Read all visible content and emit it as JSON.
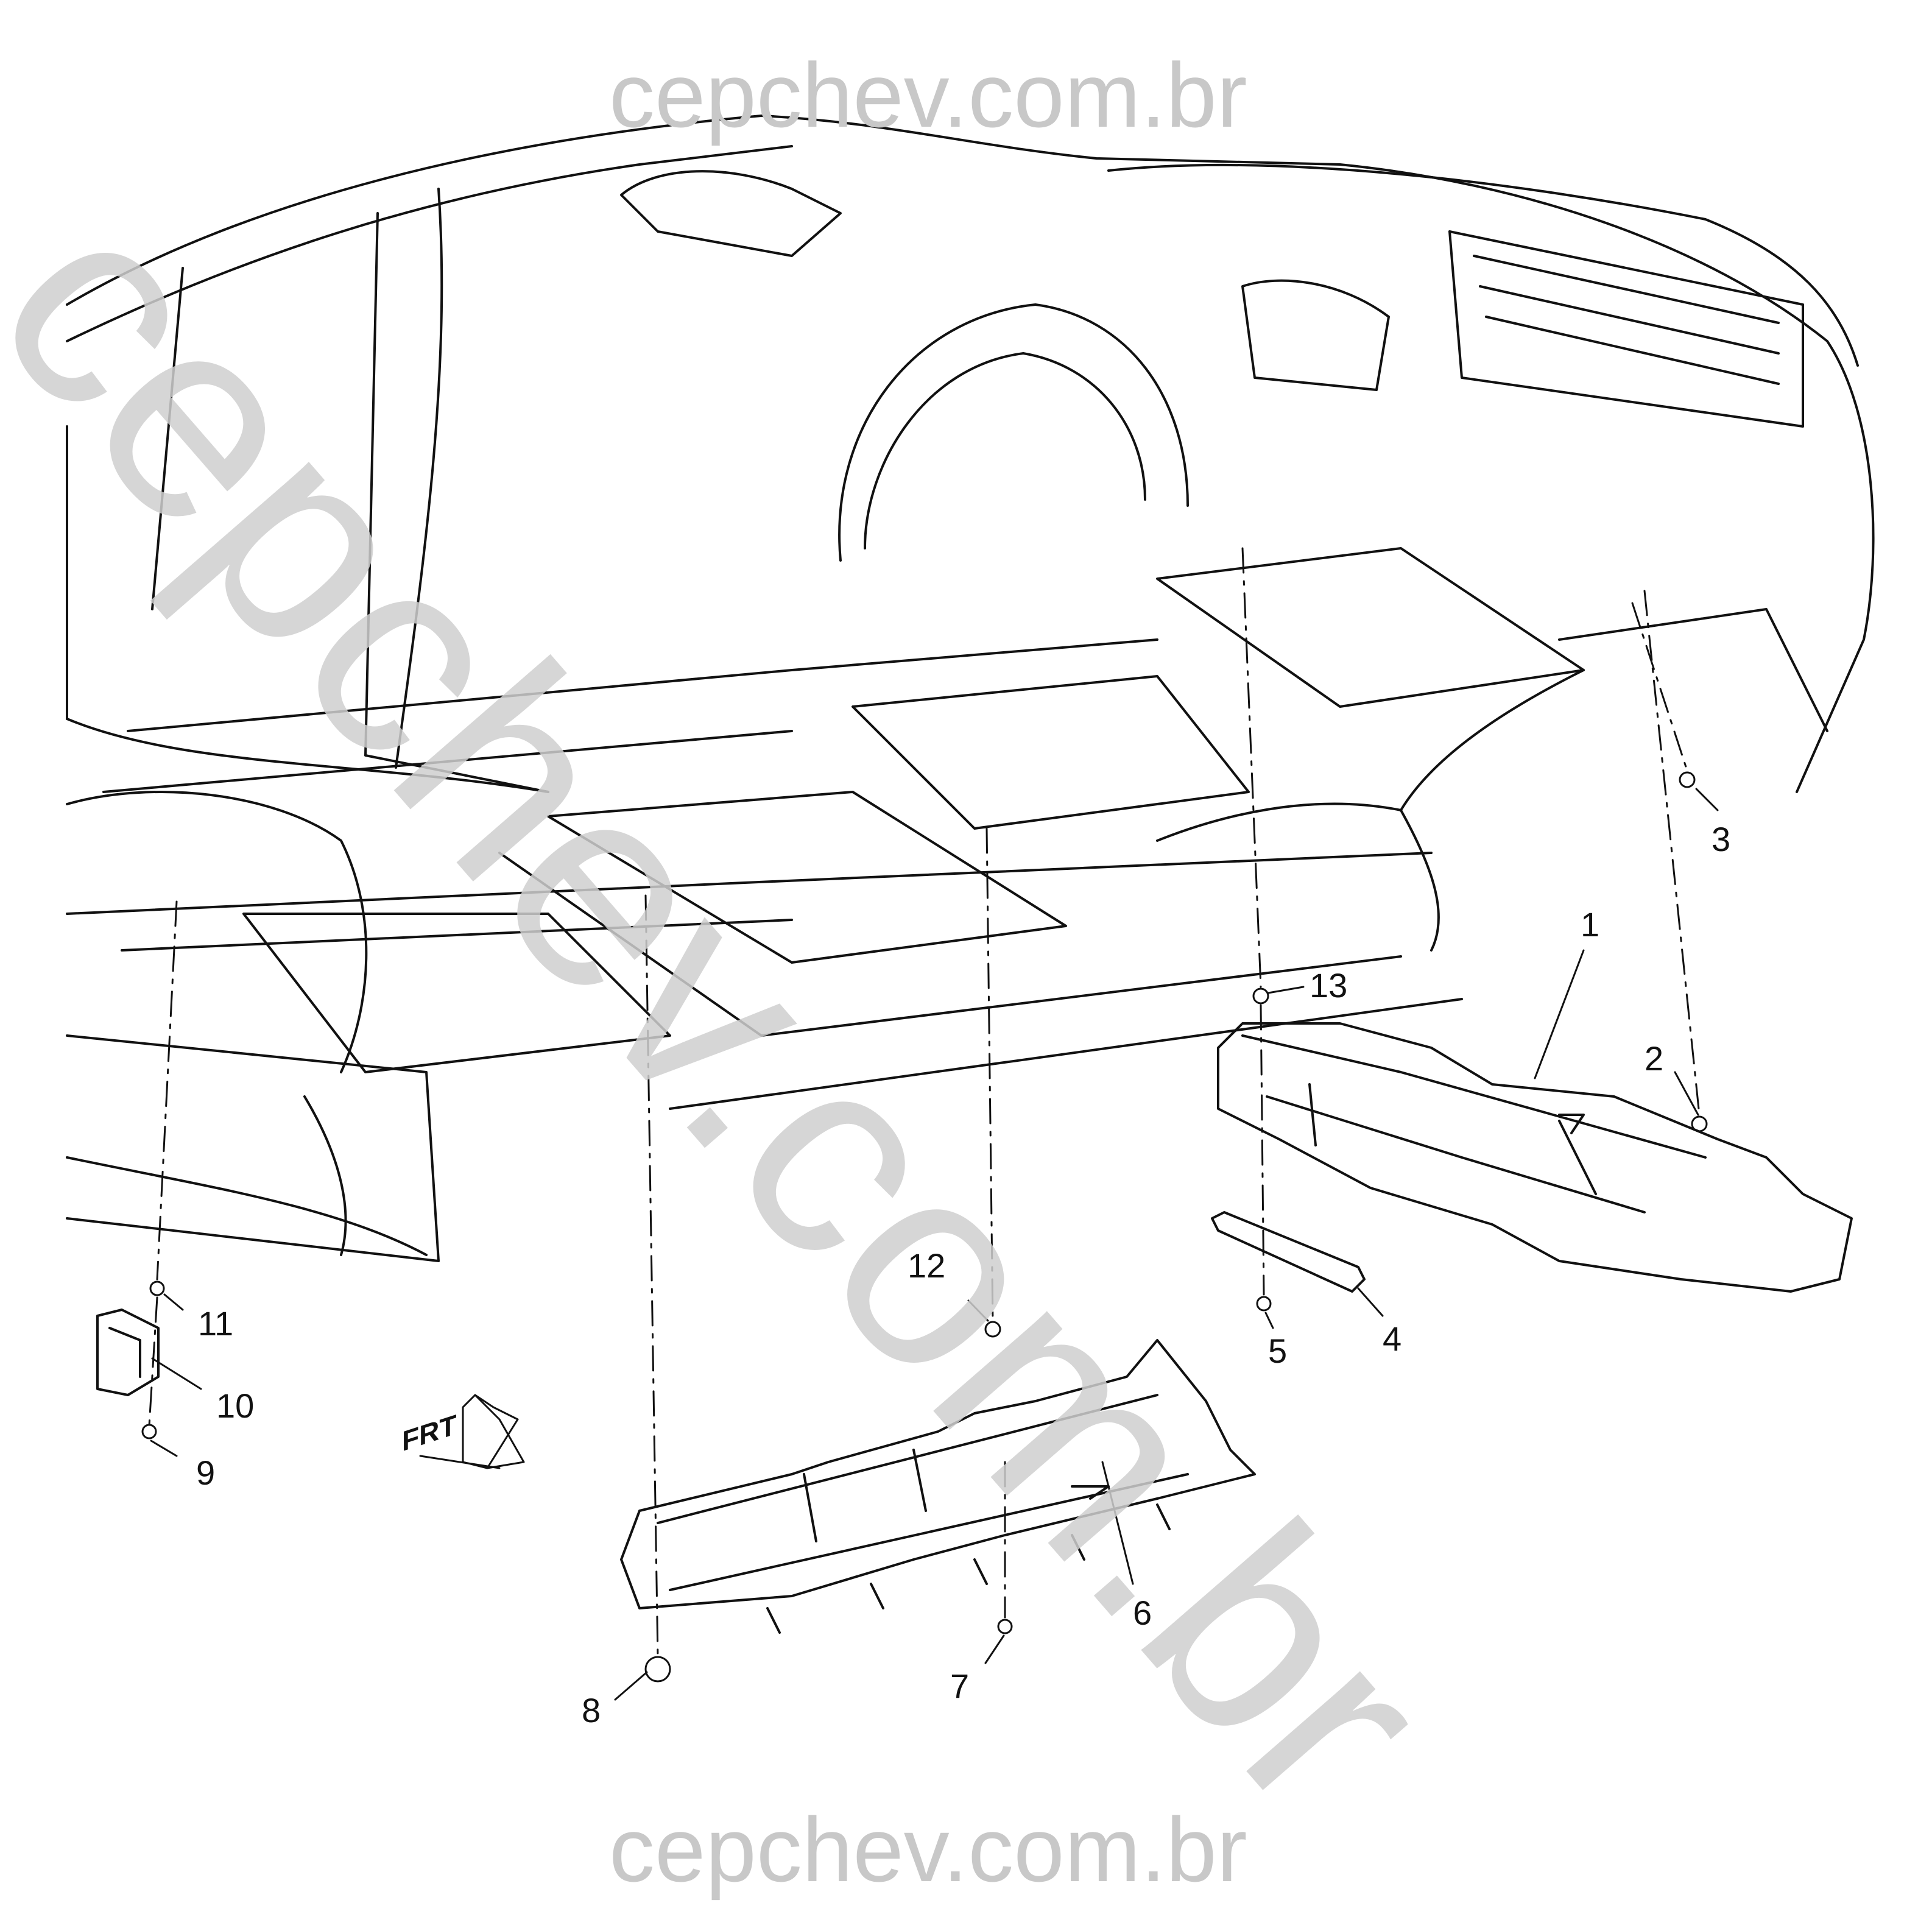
{
  "watermark": {
    "top": "cepchev.com.br",
    "bottom": "cepchev.com.br",
    "diagonal": "cepchev.com.br"
  },
  "orientation_label": "FRT",
  "callouts": {
    "c1": "1",
    "c2": "2",
    "c3": "3",
    "c4": "4",
    "c5": "5",
    "c6": "6",
    "c7": "7",
    "c8": "8",
    "c9": "9",
    "c10": "10",
    "c11": "11",
    "c12": "12",
    "c13": "13"
  },
  "colors": {
    "line": "#111111",
    "watermark": "#c8c8c8",
    "background": "#ffffff"
  }
}
